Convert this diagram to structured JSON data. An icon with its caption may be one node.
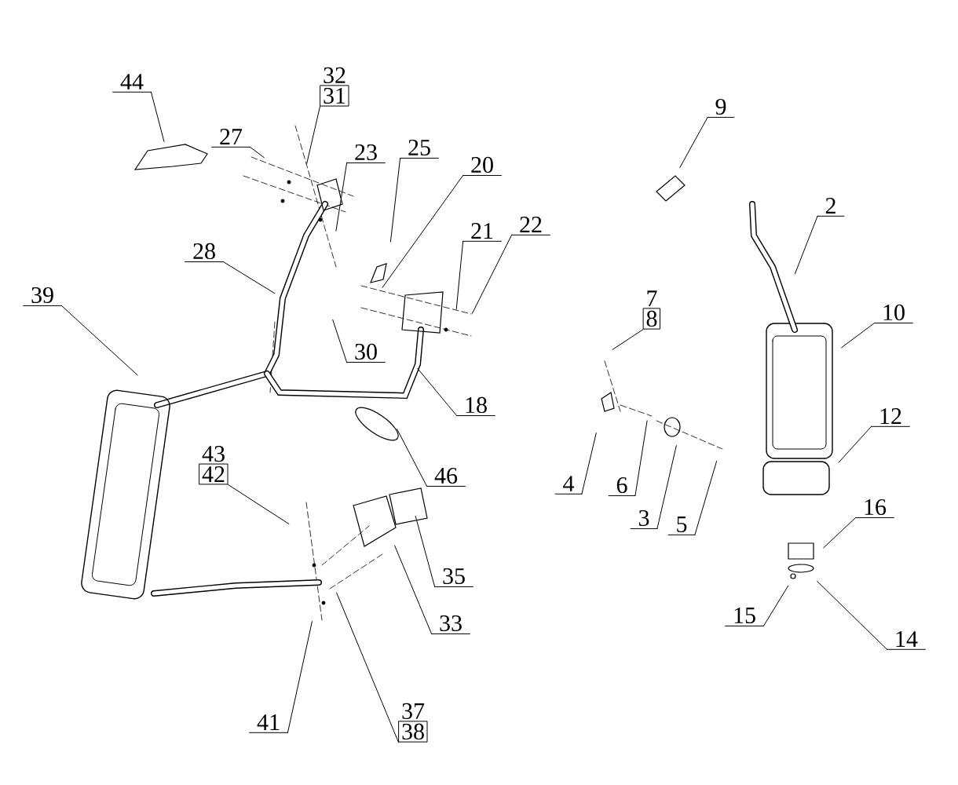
{
  "diagram": {
    "nodes": [
      {
        "text": [
          "32",
          "31"
        ]
      },
      {
        "text": [
          "9"
        ]
      },
      {
        "text": [
          "44"
        ]
      },
      {
        "text": [
          "27"
        ]
      },
      {
        "text": [
          "23"
        ]
      },
      {
        "text": [
          "25"
        ]
      },
      {
        "text": [
          "20"
        ]
      },
      {
        "text": [
          "2"
        ]
      },
      {
        "text": [
          "21"
        ]
      },
      {
        "text": [
          "22"
        ]
      },
      {
        "text": [
          "28"
        ]
      },
      {
        "text": [
          "39"
        ]
      },
      {
        "text": [
          "7",
          "8"
        ]
      },
      {
        "text": [
          "10"
        ]
      },
      {
        "text": [
          "30"
        ]
      },
      {
        "text": [
          "18"
        ]
      },
      {
        "text": [
          "12"
        ]
      },
      {
        "text": [
          "43",
          "42"
        ]
      },
      {
        "text": [
          "46"
        ]
      },
      {
        "text": [
          "4"
        ]
      },
      {
        "text": [
          "6"
        ]
      },
      {
        "text": [
          "3"
        ]
      },
      {
        "text": [
          "5"
        ]
      },
      {
        "text": [
          "16"
        ]
      },
      {
        "text": [
          "35"
        ]
      },
      {
        "text": [
          "15"
        ]
      },
      {
        "text": [
          "33"
        ]
      },
      {
        "text": [
          "14"
        ]
      },
      {
        "text": [
          "37",
          "38"
        ]
      },
      {
        "text": [
          "41"
        ]
      }
    ],
    "edges": [
      {
        "from": 0,
        "to": null,
        "arrow": "none"
      },
      {
        "from": 1,
        "to": null,
        "arrow": "none"
      },
      {
        "from": 2,
        "to": null,
        "arrow": "none"
      },
      {
        "from": 3,
        "to": null,
        "arrow": "none"
      },
      {
        "from": 4,
        "to": null,
        "arrow": "none"
      },
      {
        "from": 5,
        "to": null,
        "arrow": "none"
      },
      {
        "from": 6,
        "to": null,
        "arrow": "none"
      },
      {
        "from": 7,
        "to": null,
        "arrow": "none"
      },
      {
        "from": 8,
        "to": null,
        "arrow": "none"
      },
      {
        "from": 9,
        "to": null,
        "arrow": "none"
      },
      {
        "from": 10,
        "to": null,
        "arrow": "none"
      },
      {
        "from": 11,
        "to": null,
        "arrow": "none"
      },
      {
        "from": 12,
        "to": null,
        "arrow": "none"
      },
      {
        "from": 13,
        "to": null,
        "arrow": "none"
      },
      {
        "from": 14,
        "to": null,
        "arrow": "none"
      },
      {
        "from": 15,
        "to": null,
        "arrow": "none"
      },
      {
        "from": 16,
        "to": null,
        "arrow": "none"
      },
      {
        "from": 17,
        "to": null,
        "arrow": "none"
      },
      {
        "from": 18,
        "to": null,
        "arrow": "none"
      },
      {
        "from": 19,
        "to": null,
        "arrow": "none"
      },
      {
        "from": 20,
        "to": null,
        "arrow": "none"
      },
      {
        "from": 21,
        "to": null,
        "arrow": "none"
      },
      {
        "from": 22,
        "to": null,
        "arrow": "none"
      },
      {
        "from": 23,
        "to": null,
        "arrow": "none"
      },
      {
        "from": 24,
        "to": null,
        "arrow": "none"
      },
      {
        "from": 25,
        "to": null,
        "arrow": "none"
      },
      {
        "from": 26,
        "to": null,
        "arrow": "none"
      },
      {
        "from": 27,
        "to": null,
        "arrow": "none"
      },
      {
        "from": 28,
        "to": null,
        "arrow": "none"
      },
      {
        "from": 29,
        "to": null,
        "arrow": "none"
      }
    ]
  }
}
